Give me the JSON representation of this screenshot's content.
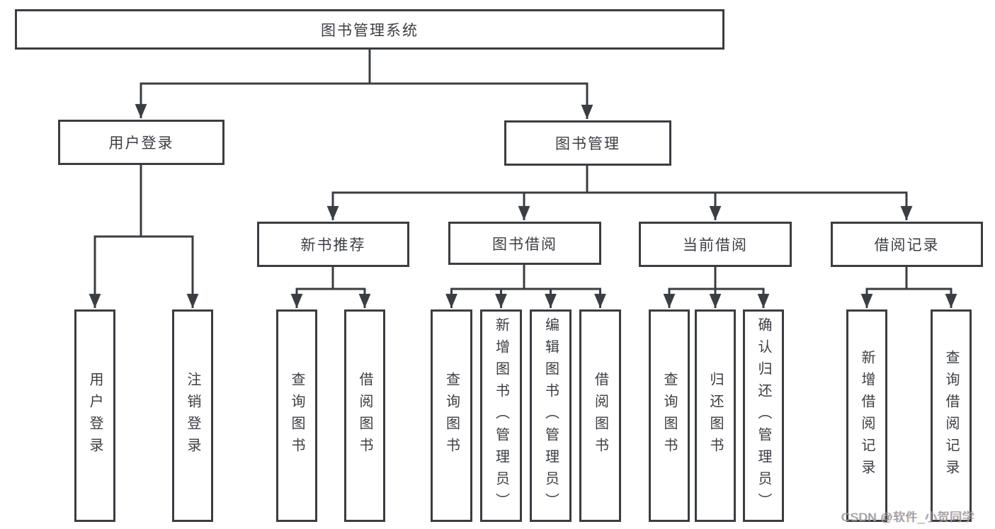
{
  "diagram": {
    "root": {
      "label": "图书管理系统"
    },
    "level2": {
      "user_login": {
        "label": "用户登录"
      },
      "book_management": {
        "label": "图书管理"
      }
    },
    "level3": {
      "new_book_recommend": {
        "label": "新书推荐"
      },
      "book_borrow": {
        "label": "图书借阅"
      },
      "current_borrow": {
        "label": "当前借阅"
      },
      "borrow_record": {
        "label": "借阅记录"
      }
    },
    "leaves": {
      "user_login": {
        "label": "用户登录"
      },
      "logout": {
        "label": "注销登录"
      },
      "recommend_query": {
        "label": "查询图书"
      },
      "recommend_borrow": {
        "label": "借阅图书"
      },
      "borrow_query": {
        "label": "查询图书"
      },
      "borrow_add": {
        "label": "新增图书（管理员）"
      },
      "borrow_edit": {
        "label": "编辑图书（管理员）"
      },
      "borrow_borrow": {
        "label": "借阅图书"
      },
      "current_query": {
        "label": "查询图书"
      },
      "current_return": {
        "label": "归还图书"
      },
      "current_confirm": {
        "label": "确认归还（管理员）"
      },
      "record_add": {
        "label": "新增借阅记录"
      },
      "record_query": {
        "label": "查询借阅记录"
      }
    }
  },
  "watermark": {
    "text": "CSDN @软件_小贺同学"
  },
  "colors": {
    "line": "#3a3d42",
    "text": "#3b3e43",
    "background": "#ffffff",
    "watermark": "#9b9b9b"
  }
}
